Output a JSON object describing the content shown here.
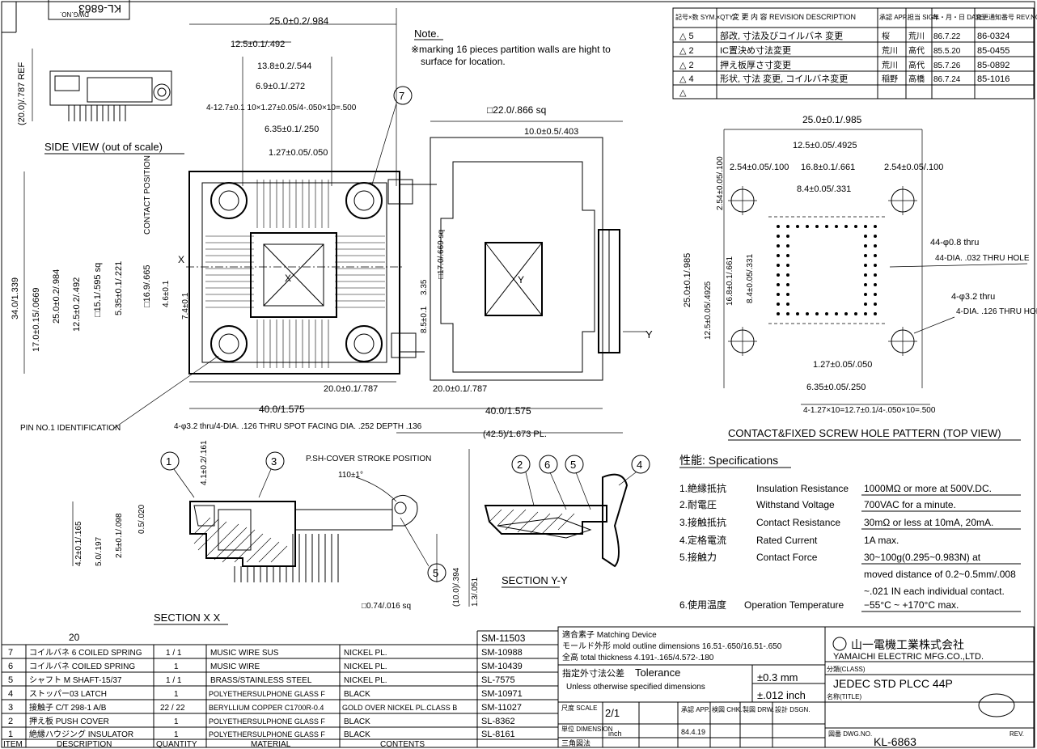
{
  "drawing_no_rot": "KL-6863",
  "drawing_no_label_rot": "DWG.NO.",
  "side_view": {
    "title": "SIDE VIEW (out of scale)",
    "dim": "(20.0)/.787 REF"
  },
  "note": {
    "title": "Note.",
    "line1": "※marking 16 pieces partition walls are hight to",
    "line2": "surface for location."
  },
  "revisions": {
    "headers": [
      "記号×数 SYM.×QTY.",
      "変 更 内 容 REVISION DESCRIPTION",
      "承認 APP.",
      "担当 SIGN.",
      "年・月・日 DATE",
      "変更通知番号 REV.NOTICE NO."
    ],
    "rows": [
      {
        "sym": "△ 5",
        "desc": "部改, 寸法及びコイルバネ 変更",
        "app": "桜",
        "sign": "荒川",
        "date": "86.7.22",
        "no": "86-0324"
      },
      {
        "sym": "△ 2",
        "desc": "IC置決め寸法変更",
        "app": "荒川",
        "sign": "高代",
        "date": "85.5.20",
        "no": "85-0455"
      },
      {
        "sym": "△ 2",
        "desc": "押え板厚さ寸変更",
        "app": "荒川",
        "sign": "高代",
        "date": "85.7.26",
        "no": "85-0892"
      },
      {
        "sym": "△ 4",
        "desc": "形状, 寸法 変更, コイルバネ変更",
        "app": "稲野",
        "sign": "高橋",
        "date": "86.7.24",
        "no": "85-1016"
      },
      {
        "sym": "△",
        "desc": "",
        "app": "",
        "sign": "",
        "date": "",
        "no": ""
      }
    ]
  },
  "dims_main": {
    "d1": "25.0±0.2/.984",
    "d2": "12.5±0.1/.492",
    "d3": "13.8±0.2/.544",
    "d4": "6.9±0.1/.272",
    "d5": "4-12.7±0.1 10×1.27±0.05/4-.050×10=.500",
    "d6": "6.35±0.1/.250",
    "d7": "1.27±0.05/.050",
    "d8": "□22.0/.866 sq",
    "d9": "10.0±0.5/.403",
    "d10": "34.0/1.339",
    "d11": "17.0±0.15/.0669",
    "d12": "25.0±0.2/.984",
    "d13": "12.5±0.2/.492",
    "d14": "□15.1/.595 sq",
    "d15": "5.35±0.1/.221",
    "d16": "□16.9/.665",
    "d17": "4.6±0.1",
    "d18": "7.4±0.1",
    "d19": "3.35",
    "d20": "8.5±0.1",
    "d21": "□17.0/.669 sq",
    "d22": "20.0±0.1/.787",
    "d23": "20.0±0.1/.787",
    "d24": "40.0/1.575",
    "d25": "40.0/1.575",
    "d26": "(42.5)/1.673 PL.",
    "ct": "CONTACT POSITION",
    "hole": "4-φ3.2 thru/4-DIA. .126 THRU SPOT FACING DIA. .252 DEPTH .136",
    "pin": "PIN NO.1 IDENTIFICATION",
    "x": "X",
    "y": "Y",
    "ix": "X",
    "iy": "Y"
  },
  "callouts": [
    "1",
    "2",
    "3",
    "4",
    "5",
    "6",
    "7"
  ],
  "pattern": {
    "title": "CONTACT&FIXED SCREW HOLE PATTERN (TOP VIEW)",
    "d1": "25.0±0.1/.985",
    "d2": "12.5±0.05/.4925",
    "d3": "2.54±0.05/.100",
    "d4": "16.8±0.1/.661",
    "d5": "2.54±0.05/.100",
    "d6": "8.4±0.05/.331",
    "d7": "44-φ0.8 thru",
    "d8": "44-DIA. .032 THRU HOLE",
    "d9": "4-φ3.2 thru",
    "d10": "4-DIA. .126 THRU HOLE",
    "d11": "25.0±0.1/.985",
    "d12": "12.5±0.05/.4925",
    "d13": "16.8±0.1/.661",
    "d14": "8.4±0.05/.331",
    "d15": "2.54±0.05/.100",
    "d16": "1.27±0.05/.050",
    "d17": "6.35±0.05/.250",
    "d18": "4-1.27×10=12.7±0.1/4-.050×10=.500"
  },
  "sections": {
    "xx": "SECTION X X",
    "yy": "SECTION Y-Y",
    "push": "P.SH-COVER STROKE POSITION",
    "ang": "110±1°",
    "h1": "4.1±0.2/.161",
    "h2": "4.2±0.1/.165",
    "h3": "5.0/.197",
    "h4": "2.5±0.1/.098",
    "h5": "0.5/.020",
    "h6": "□0.74/.016 sq",
    "h7": "(10.0)/.394",
    "h8": "1.3/.051"
  },
  "specs": {
    "title": "性能: Specifications",
    "rows": [
      {
        "jp": "1.絶縁抵抗",
        "en": "Insulation Resistance",
        "val": "1000MΩ or more at 500V.DC."
      },
      {
        "jp": "2.耐電圧",
        "en": "Withstand Voltage",
        "val": "700VAC for a minute."
      },
      {
        "jp": "3.接触抵抗",
        "en": "Contact Resistance",
        "val": "30mΩ or less at 10mA, 20mA."
      },
      {
        "jp": "4.定格電流",
        "en": "Rated Current",
        "val": "1A max."
      },
      {
        "jp": "5.接触力",
        "en": "Contact Force",
        "val": "30~100g(0.295~0.983N) at"
      },
      {
        "jp": "",
        "en": "",
        "val": "moved distance of 0.2~0.5mm/.008"
      },
      {
        "jp": "",
        "en": "",
        "val": "~.021 IN each individual contact."
      },
      {
        "jp": "6.使用温度",
        "en": "Operation Temperature",
        "val": "−55°C ~ +170°C max."
      }
    ]
  },
  "bom": {
    "count": "20",
    "header_item": "ITEM",
    "header_desc": "DESCRIPTION",
    "header_qty": "QUANTITY",
    "header_mat": "MATERIAL",
    "header_cont": "CONTENTS",
    "rows": [
      {
        "no": "7",
        "desc": "コイルバネ 6 COILED SPRING",
        "qty": "1 / 1",
        "mat": "MUSIC WIRE SUS",
        "fin": "NICKEL PL.",
        "part": "SM-11503"
      },
      {
        "no": "6",
        "desc": "コイルバネ COILED SPRING",
        "qty": "1",
        "mat": "MUSIC WIRE",
        "fin": "NICKEL PL.",
        "part": "SM-10439"
      },
      {
        "no": "5",
        "desc": "シャフト M SHAFT-15/37",
        "qty": "1 / 1",
        "mat": "BRASS/STAINLESS STEEL",
        "fin": "NICKEL PL.",
        "part": "SL-7575"
      },
      {
        "no": "4",
        "desc": "ストッパー03 LATCH",
        "qty": "1",
        "mat": "POLYETHERSULPHONE GLASS F",
        "fin": "BLACK",
        "part": "SM-10971"
      },
      {
        "no": "3",
        "desc": "接触子 C/T 298-1 A/B",
        "qty": "22 / 22",
        "mat": "BERYLLIUM COPPER C1700R-0.4",
        "fin": "GOLD OVER NICKEL PL.CLASS B",
        "part": "SM-11027"
      },
      {
        "no": "2",
        "desc": "押え板 PUSH COVER",
        "qty": "1",
        "mat": "POLYETHERSULPHONE GLASS F",
        "fin": "BLACK",
        "part": "SL-8362"
      },
      {
        "no": "1",
        "desc": "絶縁ハウジング INSULATOR",
        "qty": "1",
        "mat": "POLYETHERSULPHONE GLASS F",
        "fin": "BLACK",
        "part": "SL-8161"
      }
    ],
    "extra_part": "SM-10988"
  },
  "title_block": {
    "match": "適合素子 Matching Device",
    "mold": "モールド外形 mold outline dimensions 16.51-.650/16.51-.650",
    "thick": "全高 total thickness 4.191-.165/4.572-.180",
    "tol_jp": "指定外寸法公差",
    "tol": "Tolerance",
    "tol2": "Unless otherwise specified dimensions",
    "tolmm": "±0.3 mm",
    "tolin": "±.012 inch",
    "company_jp": "山一電機工業株式会社",
    "company_en": "YAMAICHI ELECTRIC MFG.CO.,LTD.",
    "class_label": "分類(CLASS)",
    "class": "JEDEC STD PLCC 44P",
    "title_label": "名称(TITLE)",
    "scale_label": "尺度 SCALE",
    "scale": "2/1",
    "unit_label": "単位 DIMENSION",
    "unit": "inch",
    "proj": "三角図法",
    "app": "承認 APP.",
    "chk": "検図 CHK.",
    "drw": "製図 DRW.",
    "dsn": "設計 DSGN.",
    "date": "84.4.19",
    "dwgno_label": "図番 DWG.NO.",
    "dwgno": "KL-6863",
    "rev": "REV."
  }
}
